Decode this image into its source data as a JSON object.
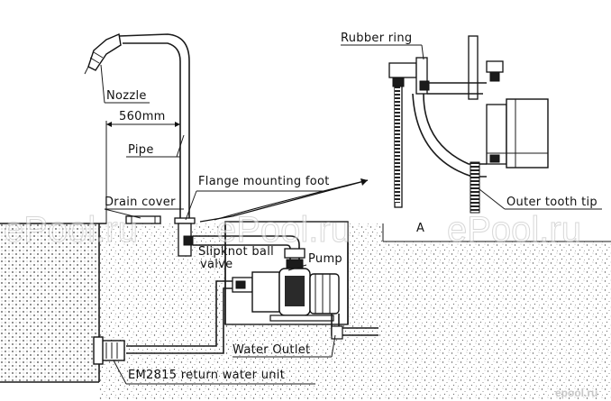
{
  "labels": {
    "nozzle": "Nozzle",
    "dimension": "560mm",
    "pipe": "Pipe",
    "flange_mounting_foot": "Flange mounting foot",
    "drain_cover": "Drain cover",
    "slipknot_line1": "Slipknot ball",
    "slipknot_line2": "valve",
    "pump": "Pump",
    "water_outlet": "Water Outlet",
    "return_unit": "EM2815 return water unit",
    "rubber_ring": "Rubber ring",
    "outer_tooth_tip": "Outer tooth tip",
    "detail_marker": "A"
  },
  "watermark": {
    "text_left": "ePool.ru",
    "text_center": "ePool.ru",
    "text_right": "ePool.ru",
    "brand": "epool.ru"
  },
  "colors": {
    "line": "#1a1a1a",
    "concrete": "#d9d9d9",
    "water": "#c4c4c4",
    "watermark": "#b8b8b8"
  }
}
